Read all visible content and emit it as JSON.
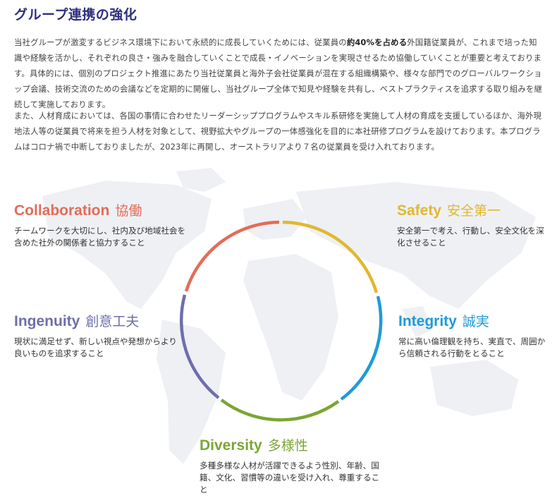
{
  "section": {
    "title": "グループ連携の強化",
    "paragraph1": {
      "before": "当社グループが激変するビジネス環境下において永続的に成長していくためには、従業員の",
      "highlight": "約40%を占める",
      "after": "外国籍従業員が、これまで培った知識や経験を活かし、それぞれの良さ・強みを融合していくことで成長・イノベーションを実現させるため協働していくことが重要と考えております。具体的には、個別のプロジェクト推進にあたり当社従業員と海外子会社従業員が混在する組織構築や、様々な部門でのグローバルワークショップ会議、技術交流のための会議などを定期的に開催し、当社グループ全体で知見や経験を共有し、ベストプラクティスを追求する取り組みを継続して実施しております。"
    },
    "paragraph2": "また、人材育成においては、各国の事情に合わせたリーダーシッププログラムやスキル系研修を実施して人材の育成を支援しているほか、海外現地法人等の従業員で将来を担う人材を対象として、視野拡大やグループの一体感強化を目的に本社研修プログラムを設けております。本プログラムはコロナ禍で中断しておりましたが、2023年に再開し、オーストラリアより７名の従業員を受け入れております。"
  },
  "values": {
    "collaboration": {
      "en": "Collaboration",
      "jp": "協働",
      "desc": "チームワークを大切にし、社内及び地域社会を含めた社外の関係者と協力すること",
      "color": "#e36c59"
    },
    "safety": {
      "en": "Safety",
      "jp": "安全第一",
      "desc": "安全第一で考え、行動し、安全文化を深化させること",
      "color": "#e1b82f"
    },
    "ingenuity": {
      "en": "Ingenuity",
      "jp": "創意工夫",
      "desc": "現状に満足せず、新しい視点や発想からより良いものを追求すること",
      "color": "#6e6eae"
    },
    "integrity": {
      "en": "Integrity",
      "jp": "誠実",
      "desc": "常に高い倫理観を持ち、実直で、周囲から信頼される行動をとること",
      "color": "#1f9ad8"
    },
    "diversity": {
      "en": "Diversity",
      "jp": "多様性",
      "desc": "多種多様な人材が活躍できるよう性別、年齢、国籍、文化、習慣等の違いを受け入れ、尊重すること",
      "color": "#7aa634"
    }
  }
}
